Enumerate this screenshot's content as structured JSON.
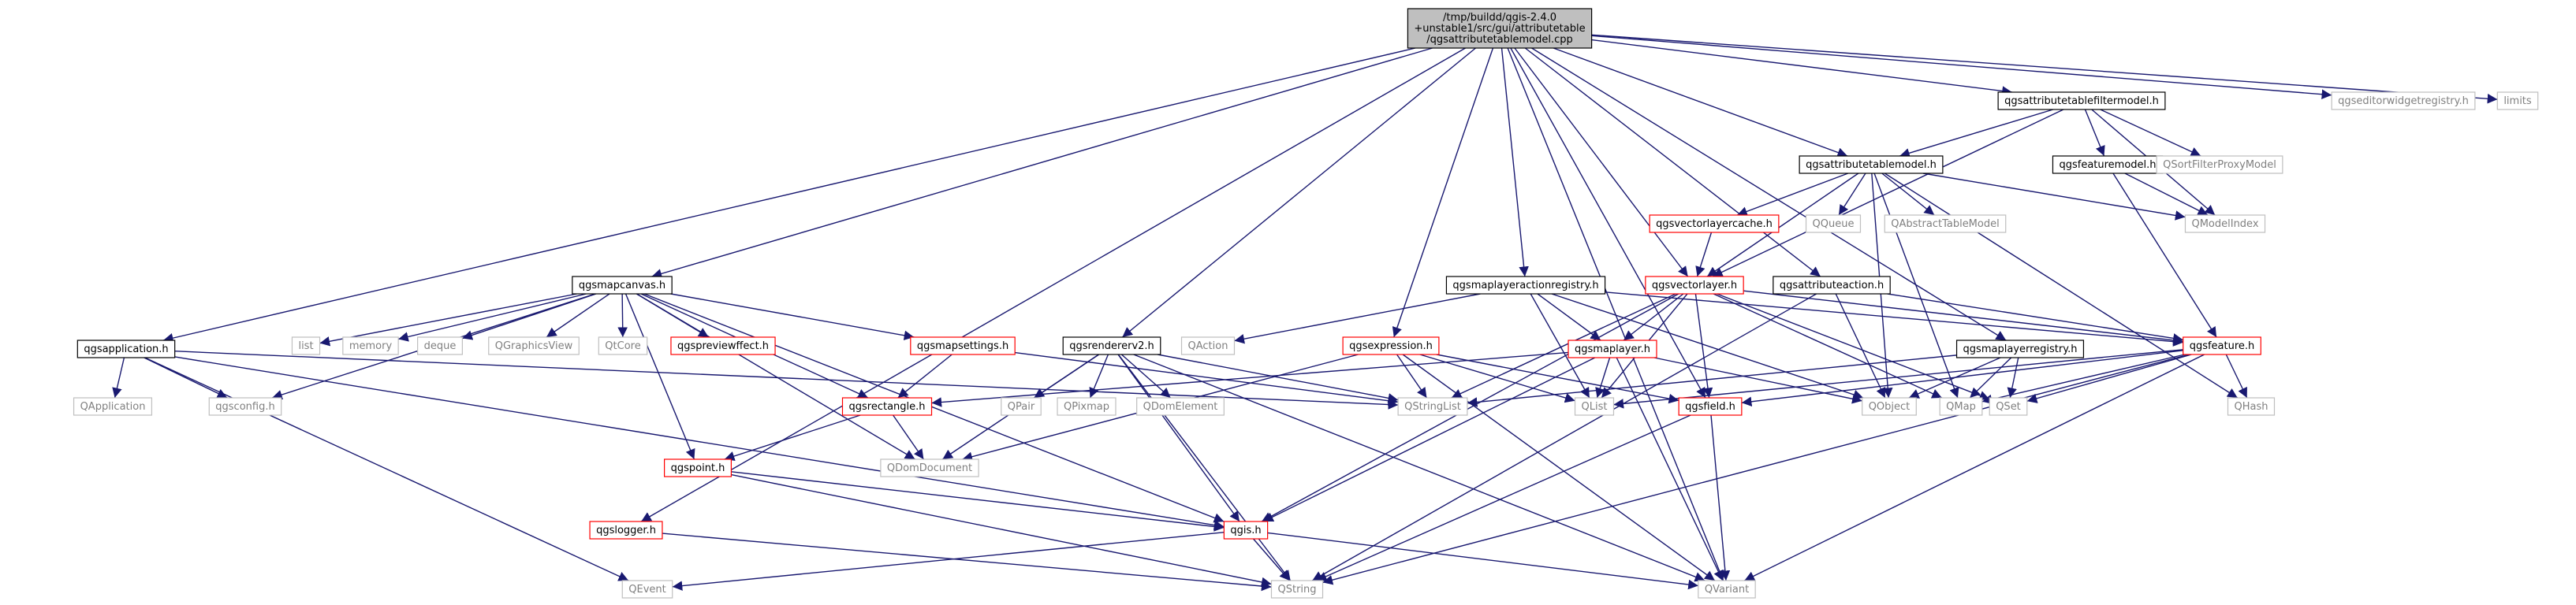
{
  "graph": {
    "colors": {
      "root_fill": "#bfbfbf",
      "internal_border": "#000000",
      "linked_border": "#ff0000",
      "external_border": "#bfbfbf",
      "external_text": "#808080",
      "edge": "#191970"
    },
    "nodes": [
      {
        "id": "root",
        "kind": "root",
        "lines": [
          "/tmp/buildd/qgis-2.4.0",
          "+unstable1/src/gui/attributetable",
          "/qgsattributetablemodel.cpp"
        ]
      },
      {
        "id": "qgsattributetablefiltermodel_h",
        "kind": "internal",
        "lines": [
          "qgsattributetablefiltermodel.h"
        ]
      },
      {
        "id": "qgseditorwidgetregistry_h",
        "kind": "external",
        "lines": [
          "qgseditorwidgetregistry.h"
        ]
      },
      {
        "id": "limits",
        "kind": "external",
        "lines": [
          "limits"
        ]
      },
      {
        "id": "qgsattributetablemodel_h",
        "kind": "internal",
        "lines": [
          "qgsattributetablemodel.h"
        ]
      },
      {
        "id": "qgsfeaturemodel_h",
        "kind": "internal",
        "lines": [
          "qgsfeaturemodel.h"
        ]
      },
      {
        "id": "QSortFilterProxyModel",
        "kind": "external",
        "lines": [
          "QSortFilterProxyModel"
        ]
      },
      {
        "id": "qgsvectorlayercache_h",
        "kind": "linked",
        "lines": [
          "qgsvectorlayercache.h"
        ]
      },
      {
        "id": "QQueue",
        "kind": "external",
        "lines": [
          "QQueue"
        ]
      },
      {
        "id": "QAbstractTableModel",
        "kind": "external",
        "lines": [
          "QAbstractTableModel"
        ]
      },
      {
        "id": "QModelIndex",
        "kind": "external",
        "lines": [
          "QModelIndex"
        ]
      },
      {
        "id": "qgsmapcanvas_h",
        "kind": "internal",
        "lines": [
          "qgsmapcanvas.h"
        ]
      },
      {
        "id": "qgsmaplayeractionregistry_h",
        "kind": "internal",
        "lines": [
          "qgsmaplayeractionregistry.h"
        ]
      },
      {
        "id": "qgsvectorlayer_h",
        "kind": "linked",
        "lines": [
          "qgsvectorlayer.h"
        ]
      },
      {
        "id": "qgsattributeaction_h",
        "kind": "internal",
        "lines": [
          "qgsattributeaction.h"
        ]
      },
      {
        "id": "qgsapplication_h",
        "kind": "internal",
        "lines": [
          "qgsapplication.h"
        ]
      },
      {
        "id": "list",
        "kind": "external",
        "lines": [
          "list"
        ]
      },
      {
        "id": "memory",
        "kind": "external",
        "lines": [
          "memory"
        ]
      },
      {
        "id": "deque",
        "kind": "external",
        "lines": [
          "deque"
        ]
      },
      {
        "id": "QGraphicsView",
        "kind": "external",
        "lines": [
          "QGraphicsView"
        ]
      },
      {
        "id": "QtCore",
        "kind": "external",
        "lines": [
          "QtCore"
        ]
      },
      {
        "id": "qgspreviewffect_h",
        "kind": "linked",
        "lines": [
          "qgspreviewffect.h"
        ]
      },
      {
        "id": "qgsmapsettings_h",
        "kind": "linked",
        "lines": [
          "qgsmapsettings.h"
        ]
      },
      {
        "id": "qgsrendererv2_h",
        "kind": "internal",
        "lines": [
          "qgsrendererv2.h"
        ]
      },
      {
        "id": "QAction",
        "kind": "external",
        "lines": [
          "QAction"
        ]
      },
      {
        "id": "qgsexpression_h",
        "kind": "linked",
        "lines": [
          "qgsexpression.h"
        ]
      },
      {
        "id": "qgsmaplayer_h",
        "kind": "linked",
        "lines": [
          "qgsmaplayer.h"
        ]
      },
      {
        "id": "qgsmaplayerregistry_h",
        "kind": "internal",
        "lines": [
          "qgsmaplayerregistry.h"
        ]
      },
      {
        "id": "qgsfeature_h",
        "kind": "linked",
        "lines": [
          "qgsfeature.h"
        ]
      },
      {
        "id": "QApplication",
        "kind": "external",
        "lines": [
          "QApplication"
        ]
      },
      {
        "id": "qgsconfig_h",
        "kind": "external",
        "lines": [
          "qgsconfig.h"
        ]
      },
      {
        "id": "qgsrectangle_h",
        "kind": "linked",
        "lines": [
          "qgsrectangle.h"
        ]
      },
      {
        "id": "QPair",
        "kind": "external",
        "lines": [
          "QPair"
        ]
      },
      {
        "id": "QPixmap",
        "kind": "external",
        "lines": [
          "QPixmap"
        ]
      },
      {
        "id": "QDomElement",
        "kind": "external",
        "lines": [
          "QDomElement"
        ]
      },
      {
        "id": "QStringList",
        "kind": "external",
        "lines": [
          "QStringList"
        ]
      },
      {
        "id": "QList",
        "kind": "external",
        "lines": [
          "QList"
        ]
      },
      {
        "id": "qgsfield_h",
        "kind": "linked",
        "lines": [
          "qgsfield.h"
        ]
      },
      {
        "id": "QObject",
        "kind": "external",
        "lines": [
          "QObject"
        ]
      },
      {
        "id": "QMap",
        "kind": "external",
        "lines": [
          "QMap"
        ]
      },
      {
        "id": "QSet",
        "kind": "external",
        "lines": [
          "QSet"
        ]
      },
      {
        "id": "QHash",
        "kind": "external",
        "lines": [
          "QHash"
        ]
      },
      {
        "id": "qgspoint_h",
        "kind": "linked",
        "lines": [
          "qgspoint.h"
        ]
      },
      {
        "id": "QDomDocument",
        "kind": "external",
        "lines": [
          "QDomDocument"
        ]
      },
      {
        "id": "qgslogger_h",
        "kind": "linked",
        "lines": [
          "qgslogger.h"
        ]
      },
      {
        "id": "qgis_h",
        "kind": "linked",
        "lines": [
          "qgis.h"
        ]
      },
      {
        "id": "QEvent",
        "kind": "external",
        "lines": [
          "QEvent"
        ]
      },
      {
        "id": "QString",
        "kind": "external",
        "lines": [
          "QString"
        ]
      },
      {
        "id": "QVariant",
        "kind": "external",
        "lines": [
          "QVariant"
        ]
      }
    ],
    "edges": [
      [
        "root",
        "qgsattributetablefiltermodel_h"
      ],
      [
        "root",
        "qgseditorwidgetregistry_h"
      ],
      [
        "root",
        "limits"
      ],
      [
        "root",
        "qgsattributetablemodel_h"
      ],
      [
        "root",
        "qgsmapcanvas_h"
      ],
      [
        "root",
        "qgsmaplayeractionregistry_h"
      ],
      [
        "root",
        "qgsvectorlayer_h"
      ],
      [
        "root",
        "qgsattributeaction_h"
      ],
      [
        "root",
        "qgsapplication_h"
      ],
      [
        "root",
        "qgsrendererv2_h"
      ],
      [
        "root",
        "qgsexpression_h"
      ],
      [
        "root",
        "qgsmaplayerregistry_h"
      ],
      [
        "root",
        "qgsfield_h"
      ],
      [
        "root",
        "qgslogger_h"
      ],
      [
        "root",
        "QVariant"
      ],
      [
        "qgsattributetablefiltermodel_h",
        "qgsattributetablemodel_h"
      ],
      [
        "qgsattributetablefiltermodel_h",
        "qgsfeaturemodel_h"
      ],
      [
        "qgsattributetablefiltermodel_h",
        "QSortFilterProxyModel"
      ],
      [
        "qgsattributetablefiltermodel_h",
        "QModelIndex"
      ],
      [
        "qgsattributetablefiltermodel_h",
        "qgsvectorlayer_h"
      ],
      [
        "qgsattributetablemodel_h",
        "qgsvectorlayercache_h"
      ],
      [
        "qgsattributetablemodel_h",
        "QQueue"
      ],
      [
        "qgsattributetablemodel_h",
        "QAbstractTableModel"
      ],
      [
        "qgsattributetablemodel_h",
        "QModelIndex"
      ],
      [
        "qgsattributetablemodel_h",
        "qgsvectorlayer_h"
      ],
      [
        "qgsattributetablemodel_h",
        "QObject"
      ],
      [
        "qgsattributetablemodel_h",
        "QHash"
      ],
      [
        "qgsattributetablemodel_h",
        "QMap"
      ],
      [
        "qgsfeaturemodel_h",
        "QModelIndex"
      ],
      [
        "qgsfeaturemodel_h",
        "qgsfeature_h"
      ],
      [
        "qgsvectorlayercache_h",
        "qgsvectorlayer_h"
      ],
      [
        "qgsmapcanvas_h",
        "list"
      ],
      [
        "qgsmapcanvas_h",
        "memory"
      ],
      [
        "qgsmapcanvas_h",
        "deque"
      ],
      [
        "qgsmapcanvas_h",
        "QGraphicsView"
      ],
      [
        "qgsmapcanvas_h",
        "QtCore"
      ],
      [
        "qgsmapcanvas_h",
        "qgspreviewffect_h"
      ],
      [
        "qgsmapcanvas_h",
        "qgsmapsettings_h"
      ],
      [
        "qgsmapcanvas_h",
        "qgsconfig_h"
      ],
      [
        "qgsmapcanvas_h",
        "qgsrectangle_h"
      ],
      [
        "qgsmapcanvas_h",
        "qgspoint_h"
      ],
      [
        "qgsmapcanvas_h",
        "QDomDocument"
      ],
      [
        "qgsmapcanvas_h",
        "qgis_h"
      ],
      [
        "qgsmaplayeractionregistry_h",
        "QAction"
      ],
      [
        "qgsmaplayeractionregistry_h",
        "qgsmaplayer_h"
      ],
      [
        "qgsmaplayeractionregistry_h",
        "QList"
      ],
      [
        "qgsmaplayeractionregistry_h",
        "QObject"
      ],
      [
        "qgsmaplayeractionregistry_h",
        "qgsfeature_h"
      ],
      [
        "qgsvectorlayer_h",
        "qgsmaplayer_h"
      ],
      [
        "qgsvectorlayer_h",
        "QList"
      ],
      [
        "qgsvectorlayer_h",
        "qgsfield_h"
      ],
      [
        "qgsvectorlayer_h",
        "QMap"
      ],
      [
        "qgsvectorlayer_h",
        "QSet"
      ],
      [
        "qgsvectorlayer_h",
        "qgsfeature_h"
      ],
      [
        "qgsvectorlayer_h",
        "QStringList"
      ],
      [
        "qgsvectorlayer_h",
        "qgis_h"
      ],
      [
        "qgsattributeaction_h",
        "QString"
      ],
      [
        "qgsattributeaction_h",
        "QObject"
      ],
      [
        "qgsattributeaction_h",
        "qgsfeature_h"
      ],
      [
        "qgsapplication_h",
        "QApplication"
      ],
      [
        "qgsapplication_h",
        "qgsconfig_h"
      ],
      [
        "qgsapplication_h",
        "QEvent"
      ],
      [
        "qgsapplication_h",
        "QStringList"
      ],
      [
        "qgsapplication_h",
        "qgis_h"
      ],
      [
        "qgsmapsettings_h",
        "qgsrectangle_h"
      ],
      [
        "qgsmapsettings_h",
        "QStringList"
      ],
      [
        "qgsrendererv2_h",
        "QPair"
      ],
      [
        "qgsrendererv2_h",
        "QPixmap"
      ],
      [
        "qgsrendererv2_h",
        "QDomElement"
      ],
      [
        "qgsrendererv2_h",
        "QStringList"
      ],
      [
        "qgsrendererv2_h",
        "QDomDocument"
      ],
      [
        "qgsrendererv2_h",
        "qgis_h"
      ],
      [
        "qgsrendererv2_h",
        "QString"
      ],
      [
        "qgsrendererv2_h",
        "QVariant"
      ],
      [
        "qgsexpression_h",
        "QStringList"
      ],
      [
        "qgsexpression_h",
        "QVariant"
      ],
      [
        "qgsexpression_h",
        "QList"
      ],
      [
        "qgsexpression_h",
        "QDomDocument"
      ],
      [
        "qgsexpression_h",
        "qgsfield_h"
      ],
      [
        "qgsmaplayer_h",
        "qgsrectangle_h"
      ],
      [
        "qgsmaplayer_h",
        "QObject"
      ],
      [
        "qgsmaplayer_h",
        "QVariant"
      ],
      [
        "qgsmaplayer_h",
        "qgis_h"
      ],
      [
        "qgsmaplayer_h",
        "QList"
      ],
      [
        "qgsmaplayerregistry_h",
        "QMap"
      ],
      [
        "qgsmaplayerregistry_h",
        "QObject"
      ],
      [
        "qgsmaplayerregistry_h",
        "QSet"
      ],
      [
        "qgsmaplayerregistry_h",
        "QStringList"
      ],
      [
        "qgsfeature_h",
        "QMap"
      ],
      [
        "qgsfeature_h",
        "QString"
      ],
      [
        "qgsfeature_h",
        "QVariant"
      ],
      [
        "qgsfeature_h",
        "QList"
      ],
      [
        "qgsfeature_h",
        "QHash"
      ],
      [
        "qgsfeature_h",
        "QSet"
      ],
      [
        "qgsfeature_h",
        "qgsfield_h"
      ],
      [
        "qgsrectangle_h",
        "qgspoint_h"
      ],
      [
        "qgsrectangle_h",
        "QDomDocument"
      ],
      [
        "qgspoint_h",
        "qgis_h"
      ],
      [
        "qgspoint_h",
        "QString"
      ],
      [
        "qgsfield_h",
        "QString"
      ],
      [
        "qgsfield_h",
        "QVariant"
      ],
      [
        "qgslogger_h",
        "QString"
      ],
      [
        "qgis_h",
        "QEvent"
      ],
      [
        "qgis_h",
        "QString"
      ],
      [
        "qgis_h",
        "QVariant"
      ]
    ]
  }
}
